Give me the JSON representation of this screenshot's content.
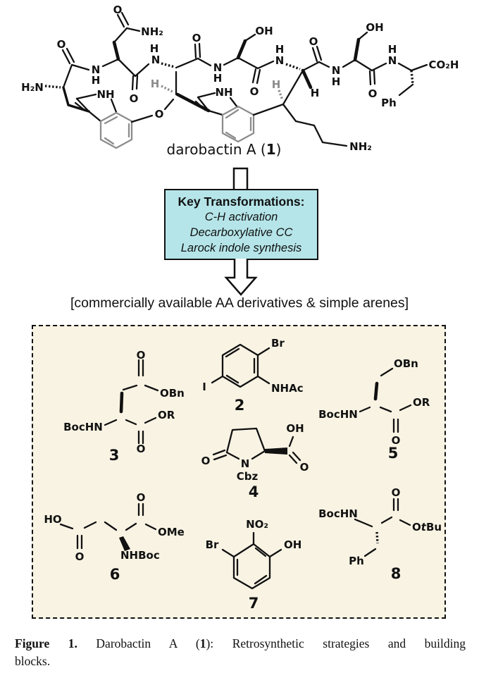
{
  "darobactin": {
    "name_pre": "darobactin A (",
    "name_num": "1",
    "name_post": ")",
    "labels": {
      "h2n": "H₂N",
      "o1": "O",
      "n1": "N",
      "h1": "H",
      "asn_o": "O",
      "asn_nh2": "NH₂",
      "o2": "O",
      "h2": "H",
      "n2": "N",
      "h_gray1": "H",
      "indole1_nh": "NH",
      "ether_o": "O",
      "o3": "O",
      "n3": "N",
      "h3": "H",
      "ser1_oh": "OH",
      "o4": "O",
      "h4": "H",
      "n4": "N",
      "h_bold": "H",
      "h_gray2": "H",
      "indole2_nh": "NH",
      "o5": "O",
      "n5": "N",
      "h5": "H",
      "ser2_oh": "OH",
      "o6": "O",
      "h6": "H",
      "n6": "N",
      "co2h": "CO₂H",
      "ph": "Ph",
      "lys_nh2": "NH₂"
    }
  },
  "key_box": {
    "title": "Key Transformations:",
    "lines": [
      "C-H activation",
      "Decarboxylative CC",
      "Larock indole synthesis"
    ],
    "bg_color": "#b5e5e9"
  },
  "bracket_note": "[commercially available AA derivatives & simple arenes]",
  "building_blocks": {
    "s2": {
      "num": "2",
      "br": "Br",
      "i": "I",
      "nhac": "NHAc"
    },
    "s3": {
      "num": "3",
      "o_top": "O",
      "obn": "OBn",
      "or": "OR",
      "bochn": "BocHN",
      "o_bot": "O"
    },
    "s4": {
      "num": "4",
      "o_left": "O",
      "n": "N",
      "cbz": "Cbz",
      "oh": "OH",
      "o_right": "O"
    },
    "s5": {
      "num": "5",
      "obn": "OBn",
      "bochn": "BocHN",
      "or": "OR",
      "o_bot": "O"
    },
    "s6": {
      "num": "6",
      "ho": "HO",
      "o_top": "O",
      "ome": "OMe",
      "o_bot": "O",
      "nhboc": "NHBoc"
    },
    "s7": {
      "num": "7",
      "no2": "NO₂",
      "br": "Br",
      "oh": "OH"
    },
    "s8": {
      "num": "8",
      "bochn": "BocHN",
      "o_top": "O",
      "o": "O",
      "t": "t",
      "bu": "Bu",
      "ph": "Ph"
    }
  },
  "caption": {
    "line1_prefix": "Figure 1.",
    "line1_mid": " Darobactin A (",
    "line1_num": "1",
    "line1_rest": "): Retrosynthetic strategies and building",
    "line2": "blocks."
  },
  "colors": {
    "panel_bg": "#f8f3e3",
    "highlight_box": "#b5e5e9",
    "gray_bond": "#8c8c8c"
  }
}
